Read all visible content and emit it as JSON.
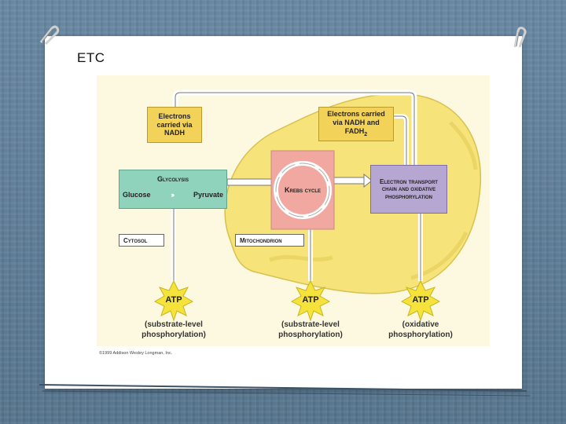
{
  "slide": {
    "title": "ETC"
  },
  "figure": {
    "electrons_nadh": "Electrons carried via NADH",
    "electrons_nadh_fadh2_line1": "Electrons carried",
    "electrons_nadh_fadh2_line2": "via NADH and",
    "electrons_nadh_fadh2_line3": "FADH",
    "electrons_nadh_fadh2_sub": "2",
    "glycolysis_title": "Glycolysis",
    "glucose": "Glucose",
    "pyruvate": "Pyruvate",
    "krebs_cycle": "Krebs cycle",
    "etc_box": "Electron transport chain and oxidative phosphorylation",
    "cytosol": "Cytosol",
    "mitochondrion": "Mitochondrion",
    "atp_label": "ATP",
    "atp_captions": [
      "(substrate-level phosphorylation)",
      "(substrate-level phosphorylation)",
      "(oxidative phosphorylation)"
    ],
    "copyright": "©1999 Addison Wesley Longman, Inc.",
    "colors": {
      "electron_box": "#f3d25a",
      "glycolysis": "#8fd3bc",
      "krebs": "#f0a8a0",
      "etc": "#b6a6d2",
      "mitochondrion": "#f6e37a",
      "starburst": "#f5e23a"
    }
  }
}
